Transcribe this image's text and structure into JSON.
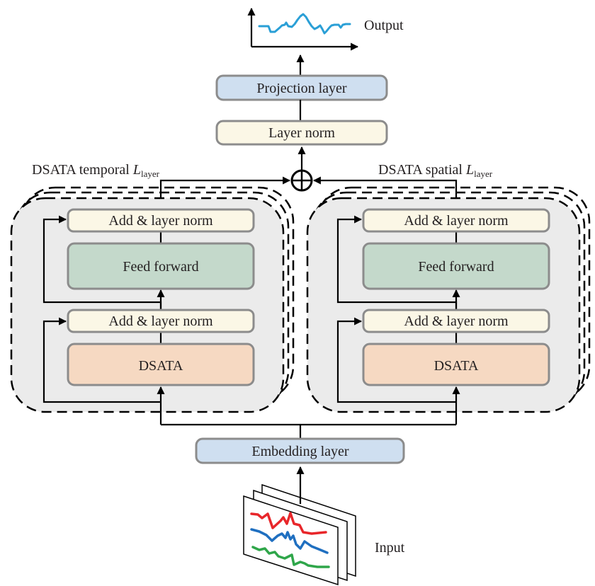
{
  "output": {
    "label": "Output"
  },
  "input": {
    "label": "Input"
  },
  "projection_layer": {
    "label": "Projection layer",
    "color": "#cfdff0"
  },
  "layer_norm": {
    "label": "Layer norm",
    "color": "#fbf7e6"
  },
  "embedding_layer": {
    "label": "Embedding layer",
    "color": "#cfdff0"
  },
  "temporal_block": {
    "title": "DSATA temporal ",
    "title_italic": "L",
    "title_sub": "layer",
    "add_norm_top": "Add & layer norm",
    "feed_forward": "Feed forward",
    "add_norm_bottom": "Add & layer norm",
    "dsata": "DSATA"
  },
  "spatial_block": {
    "title": "DSATA spatial ",
    "title_italic": "L",
    "title_sub": "layer",
    "add_norm_top": "Add & layer norm",
    "feed_forward": "Feed forward",
    "add_norm_bottom": "Add & layer norm",
    "dsata": "DSATA"
  },
  "colors": {
    "add_norm": "#fbf7e6",
    "feed_forward": "#c4d9cb",
    "dsata": "#f6d9c2",
    "block_bg": "#ebebeb",
    "box_border": "#8c8c8c",
    "output_signal": "#2a9fd6",
    "input_red": "#e8262a",
    "input_blue": "#1f6fc0",
    "input_green": "#2fa64a"
  }
}
